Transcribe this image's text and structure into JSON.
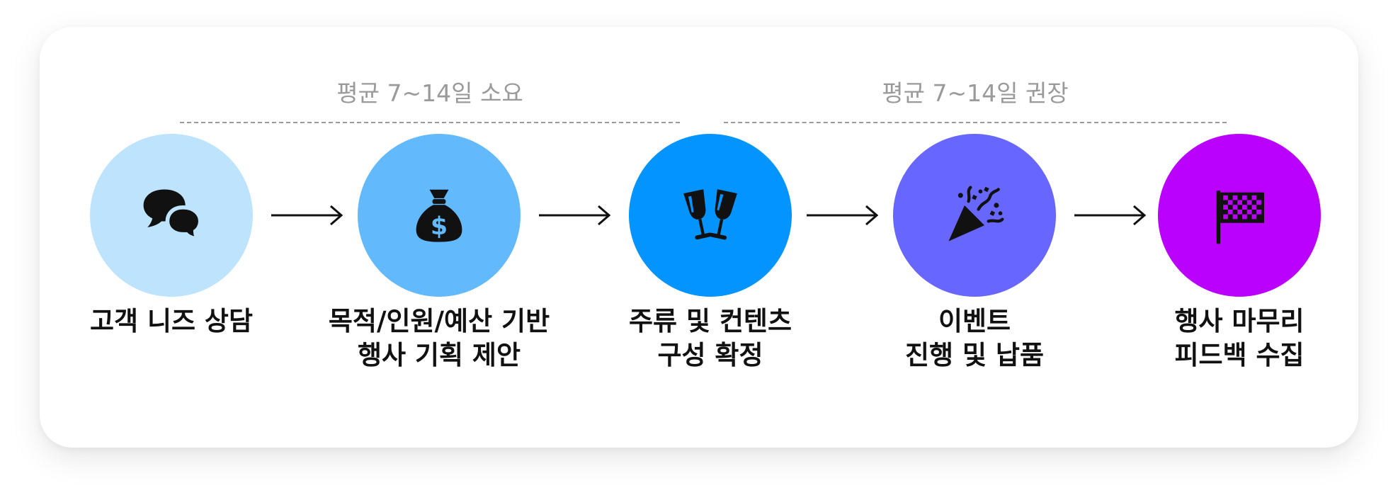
{
  "durations": [
    {
      "label": "평균 7~14일 소요"
    },
    {
      "label": "평균 7~14일 권장"
    }
  ],
  "steps": [
    {
      "line1": "고객 니즈 상담",
      "line2": "",
      "icon": "chat-bubbles-icon",
      "color": "#BEE3FD"
    },
    {
      "line1": "목적/인원/예산 기반",
      "line2": "행사 기획 제안",
      "icon": "money-bag-icon",
      "color": "#62BAFD"
    },
    {
      "line1": "주류 및 컨텐츠",
      "line2": "구성 확정",
      "icon": "toast-glasses-icon",
      "color": "#0394FF"
    },
    {
      "line1": "이벤트",
      "line2": "진행 및 납품",
      "icon": "party-popper-icon",
      "color": "#6766FE"
    },
    {
      "line1": "행사 마무리",
      "line2": "피드백 수집",
      "icon": "checkered-flag-icon",
      "color": "#BB01FE"
    }
  ]
}
